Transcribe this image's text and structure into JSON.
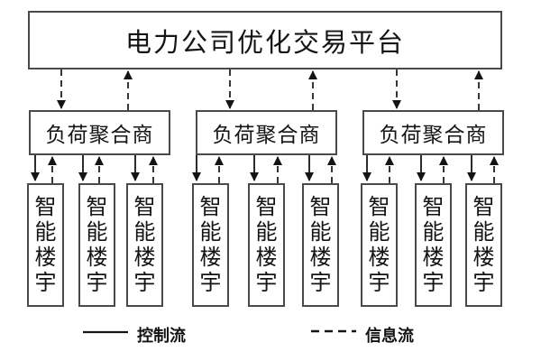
{
  "platform": {
    "label": "电力公司优化交易平台"
  },
  "aggregator": {
    "label": "负荷聚合商"
  },
  "building": {
    "label": "智能楼宇"
  },
  "legend": {
    "control_label": "控制流",
    "control_style": "solid",
    "info_label": "信息流",
    "info_style": "dashed"
  },
  "colors": {
    "line": "#141414",
    "box_border": "#4a4a4a",
    "background": "#ffffff"
  }
}
